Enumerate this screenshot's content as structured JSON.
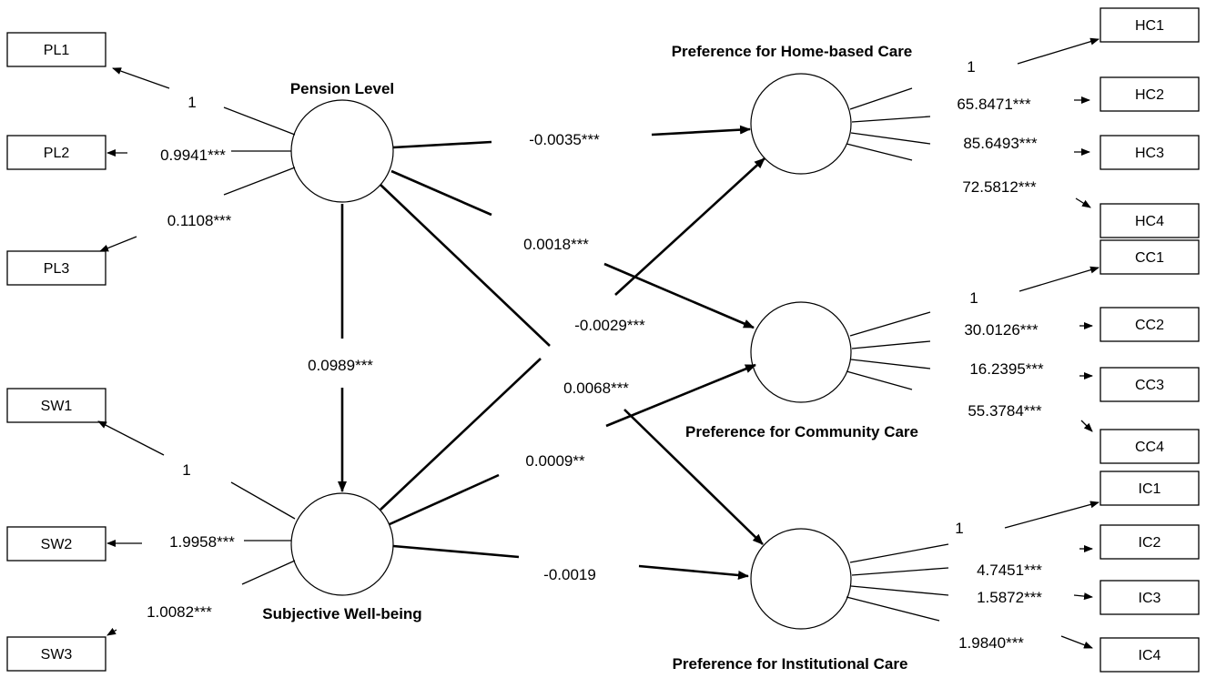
{
  "constructs": {
    "pl": "Pension Level",
    "sw": "Subjective Well-being",
    "hc": "Preference for Home-based Care",
    "cc": "Preference for Community Care",
    "ic": "Preference for Institutional Care"
  },
  "indicators": {
    "pl": [
      "PL1",
      "PL2",
      "PL3"
    ],
    "sw": [
      "SW1",
      "SW2",
      "SW3"
    ],
    "hc": [
      "HC1",
      "HC2",
      "HC3",
      "HC4"
    ],
    "cc": [
      "CC1",
      "CC2",
      "CC3",
      "CC4"
    ],
    "ic": [
      "IC1",
      "IC2",
      "IC3",
      "IC4"
    ]
  },
  "loadings": {
    "pl": [
      "1",
      "0.9941***",
      "0.1108***"
    ],
    "sw": [
      "1",
      "1.9958***",
      "1.0082***"
    ],
    "hc": [
      "1",
      "65.8471***",
      "85.6493***",
      "72.5812***"
    ],
    "cc": [
      "1",
      "30.0126***",
      "16.2395***",
      "55.3784***"
    ],
    "ic": [
      "1",
      "4.7451***",
      "1.5872***",
      "1.9840***"
    ]
  },
  "paths": {
    "pl_hc": "-0.0035***",
    "pl_cc": "0.0018***",
    "pl_ic": "0.0068***",
    "pl_sw": "0.0989***",
    "sw_hc": "-0.0029***",
    "sw_cc": "0.0009**",
    "sw_ic": "-0.0019"
  }
}
